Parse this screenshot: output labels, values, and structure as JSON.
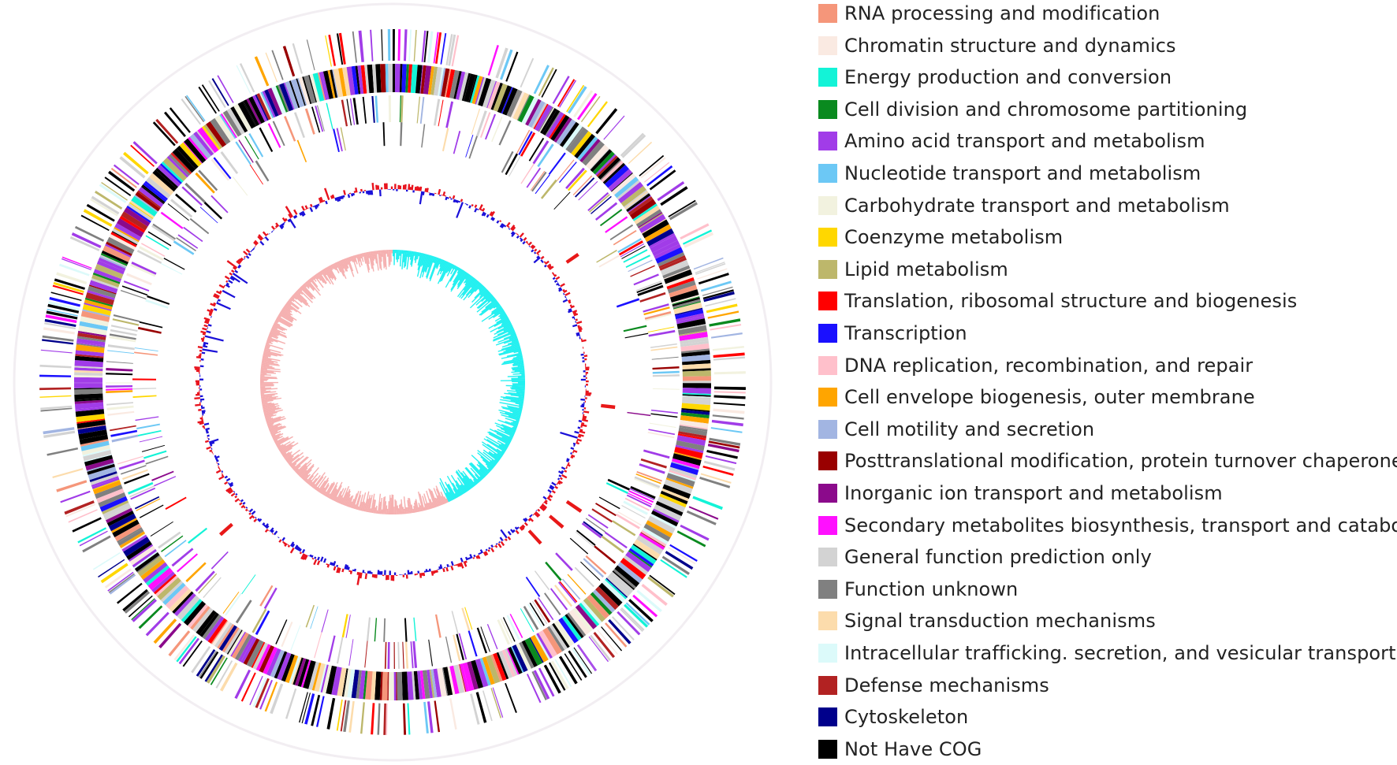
{
  "legend": {
    "items": [
      {
        "label": "RNA processing and modification",
        "color": "#f5967a"
      },
      {
        "label": "Chromatin structure and dynamics",
        "color": "#faeae2"
      },
      {
        "label": "Energy production and conversion",
        "color": "#13f3d7"
      },
      {
        "label": "Cell division and chromosome partitioning",
        "color": "#0a8a1f"
      },
      {
        "label": "Amino acid transport and metabolism",
        "color": "#a13ce8"
      },
      {
        "label": "Nucleotide transport and metabolism",
        "color": "#6cc8f5"
      },
      {
        "label": "Carbohydrate transport and metabolism",
        "color": "#f2f2df"
      },
      {
        "label": "Coenzyme metabolism",
        "color": "#ffd700"
      },
      {
        "label": "Lipid metabolism",
        "color": "#bdb76b"
      },
      {
        "label": "Translation, ribosomal structure and biogenesis",
        "color": "#ff0000"
      },
      {
        "label": "Transcription",
        "color": "#1a10ff"
      },
      {
        "label": "DNA replication, recombination, and repair",
        "color": "#ffc0cb"
      },
      {
        "label": "Cell envelope biogenesis, outer membrane",
        "color": "#ffa500"
      },
      {
        "label": "Cell motility and secretion",
        "color": "#a2b5e2"
      },
      {
        "label": "Posttranslational modification, protein turnover chaperones",
        "color": "#990000"
      },
      {
        "label": "Inorganic ion transport and metabolism",
        "color": "#8b0a8b"
      },
      {
        "label": "Secondary metabolites biosynthesis, transport and catabolism",
        "color": "#ff10ff"
      },
      {
        "label": "General function prediction only",
        "color": "#d3d3d3"
      },
      {
        "label": "Function unknown",
        "color": "#808080"
      },
      {
        "label": "Signal transduction mechanisms",
        "color": "#fcdcac"
      },
      {
        "label": "Intracellular trafficking. secretion, and vesicular transport",
        "color": "#dcfafa"
      },
      {
        "label": "Defense mechanisms",
        "color": "#b22222"
      },
      {
        "label": "Cytoskeleton",
        "color": "#00008b"
      },
      {
        "label": "Not Have COG",
        "color": "#000000"
      }
    ]
  },
  "track_colors": {
    "gc_content_high": "#e8141e",
    "gc_content_low": "#1a10d8",
    "gc_skew_positive": "#22f0f0",
    "gc_skew_negative": "#f5b0b0",
    "rrna": "#e81818"
  }
}
